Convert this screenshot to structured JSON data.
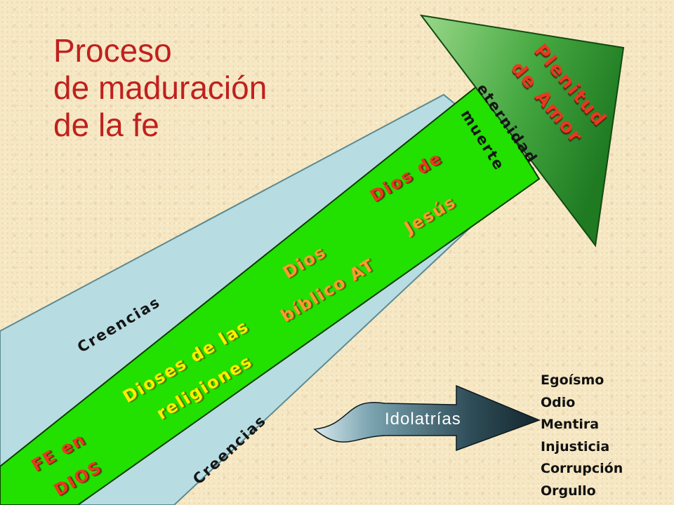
{
  "title": {
    "line1": "Proceso",
    "line2": "de maduración",
    "line3": "de la fe"
  },
  "arrow_labels": {
    "fe_en": "FE en",
    "dios": "DIOS",
    "dioses_de_las": "Dioses de las",
    "religiones": "religiones",
    "dios_biblico_1": "Dios",
    "dios_biblico_2": "bíblico AT",
    "dios_de": "Dios de",
    "jesus": "Jesús",
    "muerte": "muerte",
    "eternidad": "eternidad",
    "plenitud": "Plenitud",
    "de_amor": "de Amor"
  },
  "band_labels": {
    "creencias_upper": "Creencias",
    "creencias_lower": "Creencias"
  },
  "idolatry": {
    "label": "Idolatrías",
    "vices": [
      "Egoísmo",
      "Odio",
      "Mentira",
      "Injusticia",
      "Corrupción",
      "Orgullo"
    ]
  },
  "colors": {
    "background": "#f6e8c4",
    "band": "#b7dde2",
    "main_arrow": "#22e000",
    "arrow_head": "#3aa63a",
    "title": "#c0201f"
  }
}
